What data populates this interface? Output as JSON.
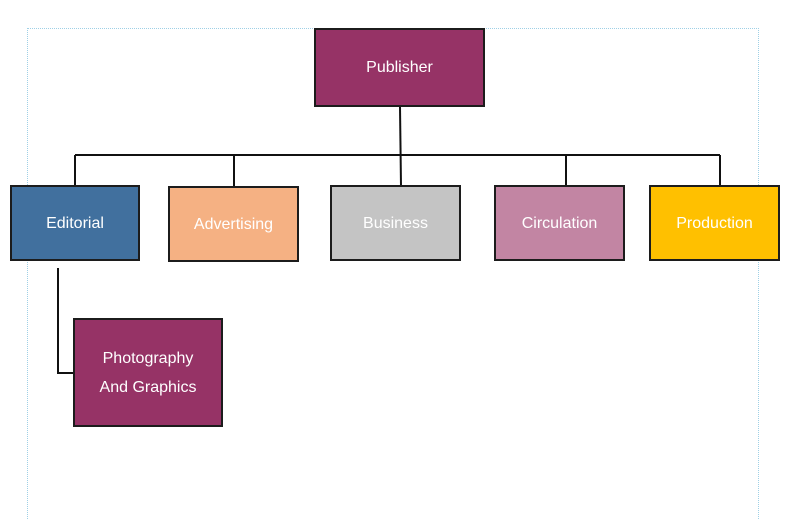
{
  "diagram": {
    "publisher": {
      "label": "Publisher",
      "color": "#963366"
    },
    "departments": [
      {
        "key": "editorial",
        "label": "Editorial",
        "color": "#41709e"
      },
      {
        "key": "advertising",
        "label": "Advertising",
        "color": "#f5b183"
      },
      {
        "key": "business",
        "label": "Business",
        "color": "#c4c4c4"
      },
      {
        "key": "circulation",
        "label": "Circulation",
        "color": "#c285a3"
      },
      {
        "key": "production",
        "label": "Production",
        "color": "#ffc000"
      }
    ],
    "sub_unit": {
      "label": "Photography\nAnd Graphics",
      "color": "#963366"
    }
  }
}
